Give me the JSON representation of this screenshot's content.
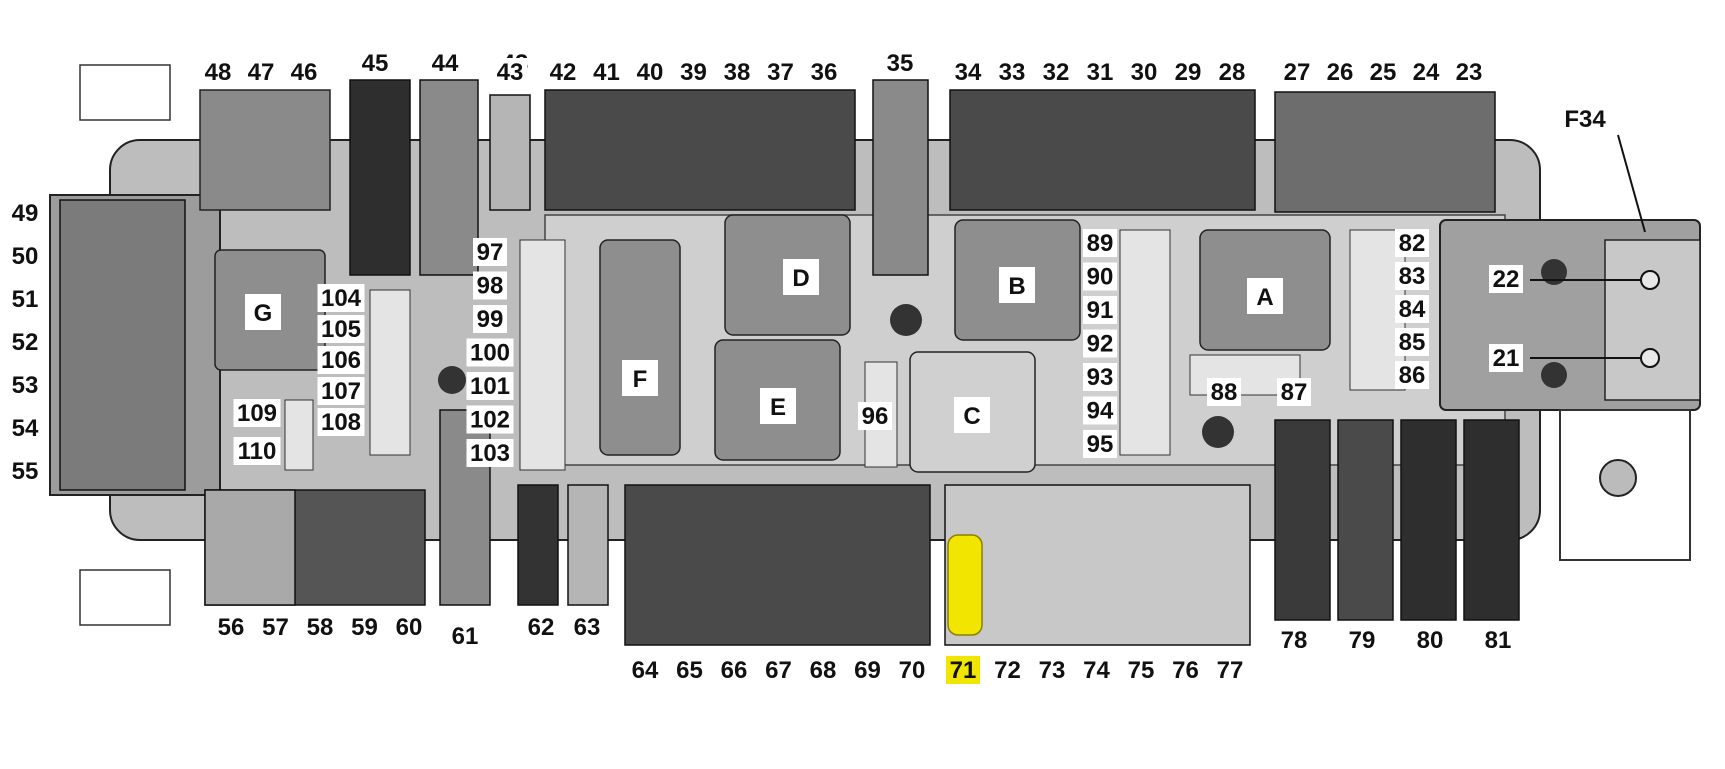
{
  "colors": {
    "background": "#ffffff",
    "housing": "#c9c9c9",
    "housing_dark": "#8d8d8d",
    "fuse_dark": "#3a3a3a",
    "fuse_mid": "#6a6a6a",
    "fuse_light": "#bdbdbd",
    "relay": "#8e8e8e",
    "relay_light": "#cfcfcf",
    "label_bg": "#ffffff",
    "highlight": "#f2e600",
    "outline": "#1a1a1a"
  },
  "icons": [
    "fuse-icon",
    "relay-icon",
    "bolt-terminal-icon",
    "mounting-bracket-icon"
  ],
  "labels": {
    "top_left_group": [
      "48",
      "47",
      "46"
    ],
    "top_big_fuses": [
      "45",
      "44",
      "43"
    ],
    "top_mid_row": [
      "42",
      "41",
      "40",
      "39",
      "38",
      "37",
      "36"
    ],
    "top_single": [
      "35"
    ],
    "top_right_row": [
      "34",
      "33",
      "32",
      "31",
      "30",
      "29",
      "28"
    ],
    "top_far_right": [
      "27",
      "26",
      "25",
      "24",
      "23"
    ],
    "left_column": [
      "49",
      "50",
      "51",
      "52",
      "53",
      "54",
      "55"
    ],
    "g_column_a": [
      "104",
      "105",
      "106",
      "107",
      "108"
    ],
    "g_column_b": [
      "109",
      "110"
    ],
    "center_column": [
      "97",
      "98",
      "99",
      "100",
      "101",
      "102",
      "103"
    ],
    "right_center_column": [
      "89",
      "90",
      "91",
      "92",
      "93",
      "94",
      "95"
    ],
    "right_column": [
      "82",
      "83",
      "84",
      "85",
      "86"
    ],
    "bottom_mid": [
      "88",
      "87"
    ],
    "single_96": "96",
    "terminals": [
      "22",
      "21"
    ],
    "f34": "F34",
    "bottom_left": [
      "56",
      "57",
      "58",
      "59",
      "60"
    ],
    "bottom_61": "61",
    "bottom_62_63": [
      "62",
      "63"
    ],
    "bottom_row_a": [
      "64",
      "65",
      "66",
      "67",
      "68",
      "69",
      "70"
    ],
    "bottom_row_b": [
      "71",
      "72",
      "73",
      "74",
      "75",
      "76",
      "77"
    ],
    "bottom_big": [
      "78",
      "79",
      "80",
      "81"
    ],
    "highlighted": "71"
  },
  "modules": {
    "A": "A",
    "B": "B",
    "C": "C",
    "D": "D",
    "E": "E",
    "F": "F",
    "G": "G"
  }
}
